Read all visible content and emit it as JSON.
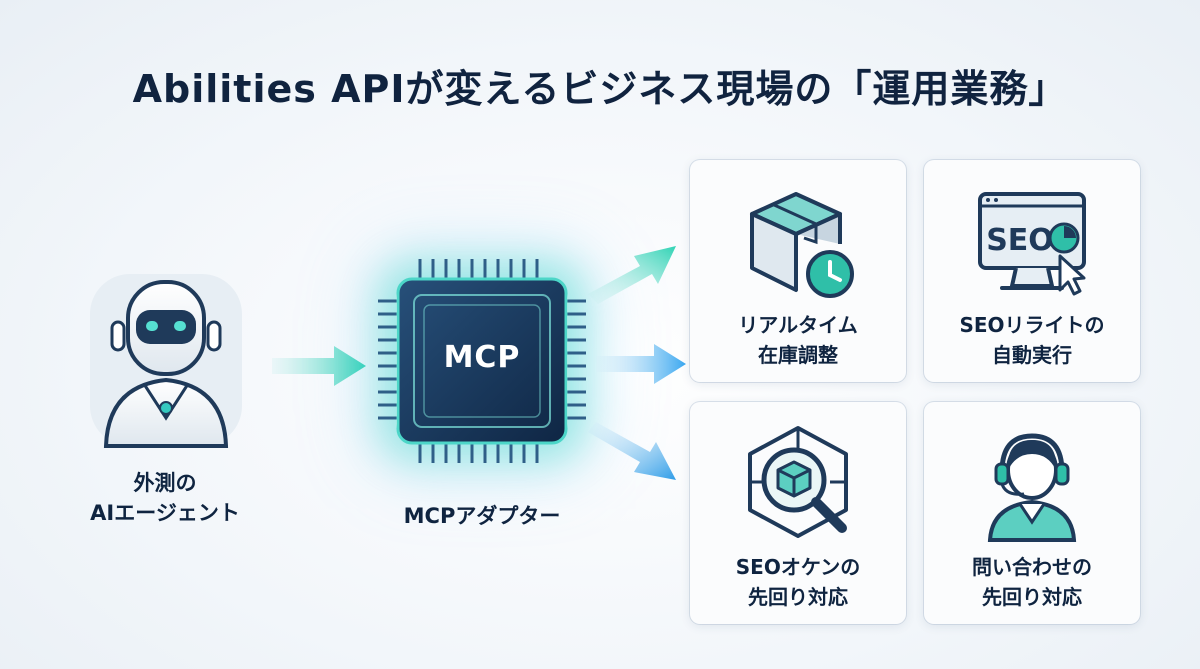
{
  "title": "Abilities APIが変えるビジネス現場の「運用業務」",
  "agent": {
    "label_line1": "外測の",
    "label_line2": "AIエージェント",
    "icon": "robot-icon"
  },
  "adapter": {
    "chip_text": "MCP",
    "label": "MCPアダプター",
    "icon": "chip-icon"
  },
  "cards": [
    {
      "line1": "リアルタイム",
      "line2": "在庫調整",
      "icon": "box-clock-icon"
    },
    {
      "line1": "SEOリライトの",
      "line2": "自動実行",
      "icon": "seo-monitor-icon",
      "icon_text": "SEO"
    },
    {
      "line1": "SEOオケンの",
      "line2": "先回り対応",
      "icon": "magnifier-cube-icon"
    },
    {
      "line1": "問い合わせの",
      "line2": "先回り対応",
      "icon": "headset-operator-icon"
    }
  ],
  "colors": {
    "navy": "#10233f",
    "teal": "#2fd3b4",
    "blue": "#39a7f0",
    "chip_dark": "#16324f"
  }
}
